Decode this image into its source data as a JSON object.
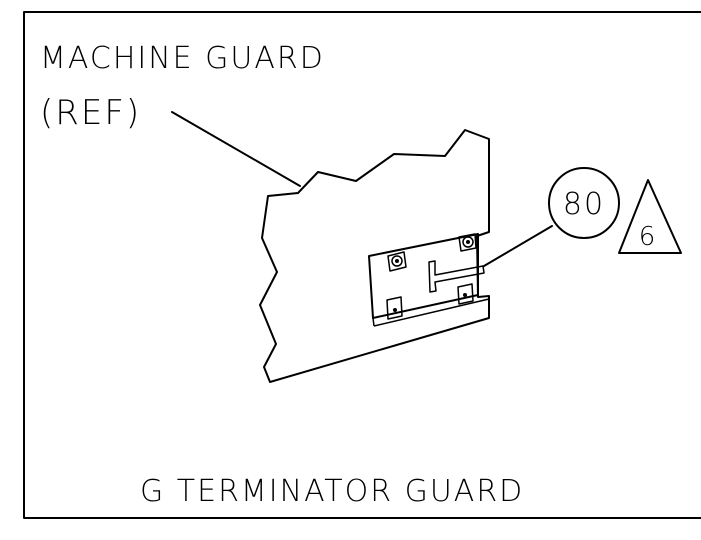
{
  "labels": {
    "machine_guard": "MACHINE GUARD",
    "ref": "(REF)",
    "item_number": "80",
    "revision": "6",
    "caption": "G TERMINATOR GUARD"
  },
  "colors": {
    "line": "#000000",
    "background": "#ffffff"
  }
}
